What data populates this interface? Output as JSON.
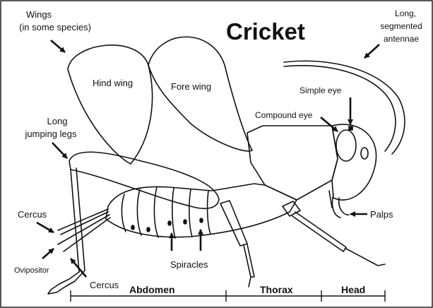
{
  "title": "Cricket",
  "labels": {
    "wings_line1": "Wings",
    "wings_line2": "(in some species)",
    "hind_wing": "Hind wing",
    "fore_wing": "Fore wing",
    "antennae_line1": "Long,",
    "antennae_line2": "segmented",
    "antennae_line3": "antennae",
    "simple_eye": "Simple eye",
    "compound_eye": "Compound eye",
    "legs_line1": "Long",
    "legs_line2": "jumping legs",
    "cercus_upper": "Cercus",
    "ovipositor": "Ovipositor",
    "cercus_lower": "Cercus",
    "spiracles": "Spiracles",
    "palps": "Palps"
  },
  "segments": {
    "abdomen": "Abdomen",
    "thorax": "Thorax",
    "head": "Head"
  }
}
